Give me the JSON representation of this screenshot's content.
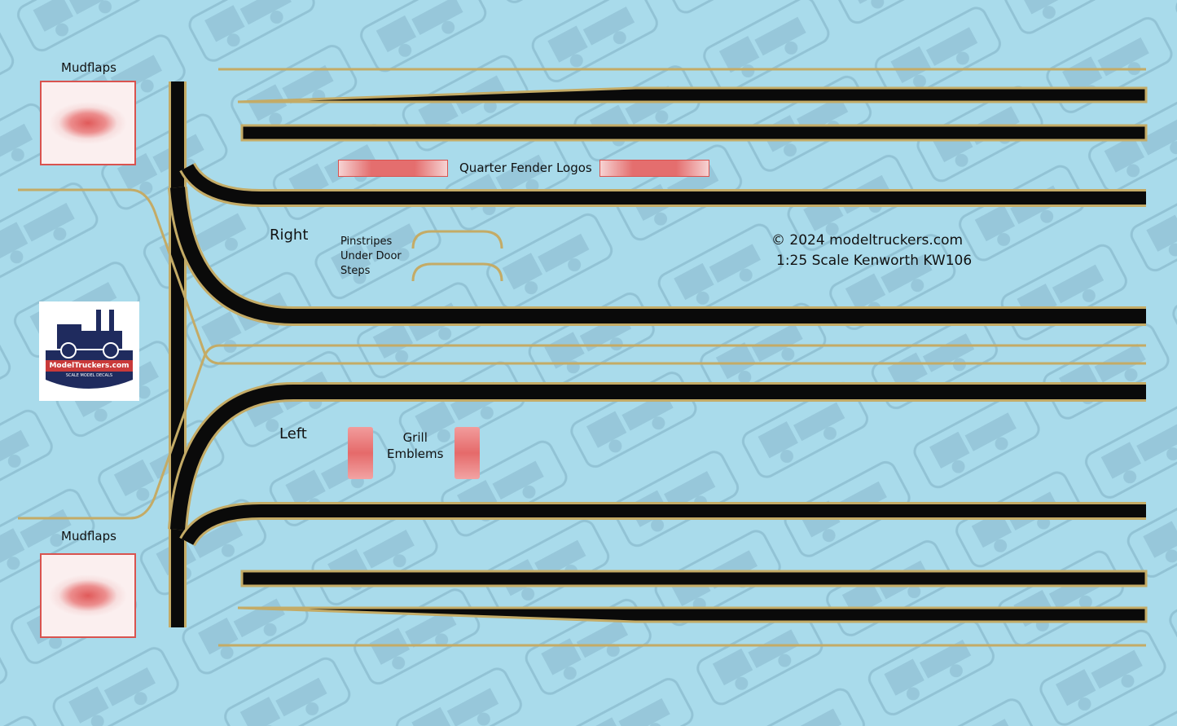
{
  "labels": {
    "mudflaps_top": "Mudflaps",
    "mudflaps_bottom": "Mudflaps",
    "quarter_fender": "Quarter Fender Logos",
    "right": "Right",
    "left": "Left",
    "pinstripes_l1": "Pinstripes",
    "pinstripes_l2": "Under Door",
    "pinstripes_l3": "Steps",
    "grill_l1": "Grill",
    "grill_l2": "Emblems",
    "copyright": "© 2024 modeltruckers.com",
    "scale": "1:25 Scale Kenworth KW106"
  },
  "logo": {
    "brand": "ModelTruckers.com",
    "tagline": "SCALE MODEL DECALS",
    "truck_icon": "truck-icon"
  },
  "colors": {
    "background": "#a9dbeb",
    "stripe": "#0a0a0a",
    "pinstripe": "#c4ab66",
    "decal_red": "#e05a5a",
    "logo_navy": "#1f2b5e"
  }
}
